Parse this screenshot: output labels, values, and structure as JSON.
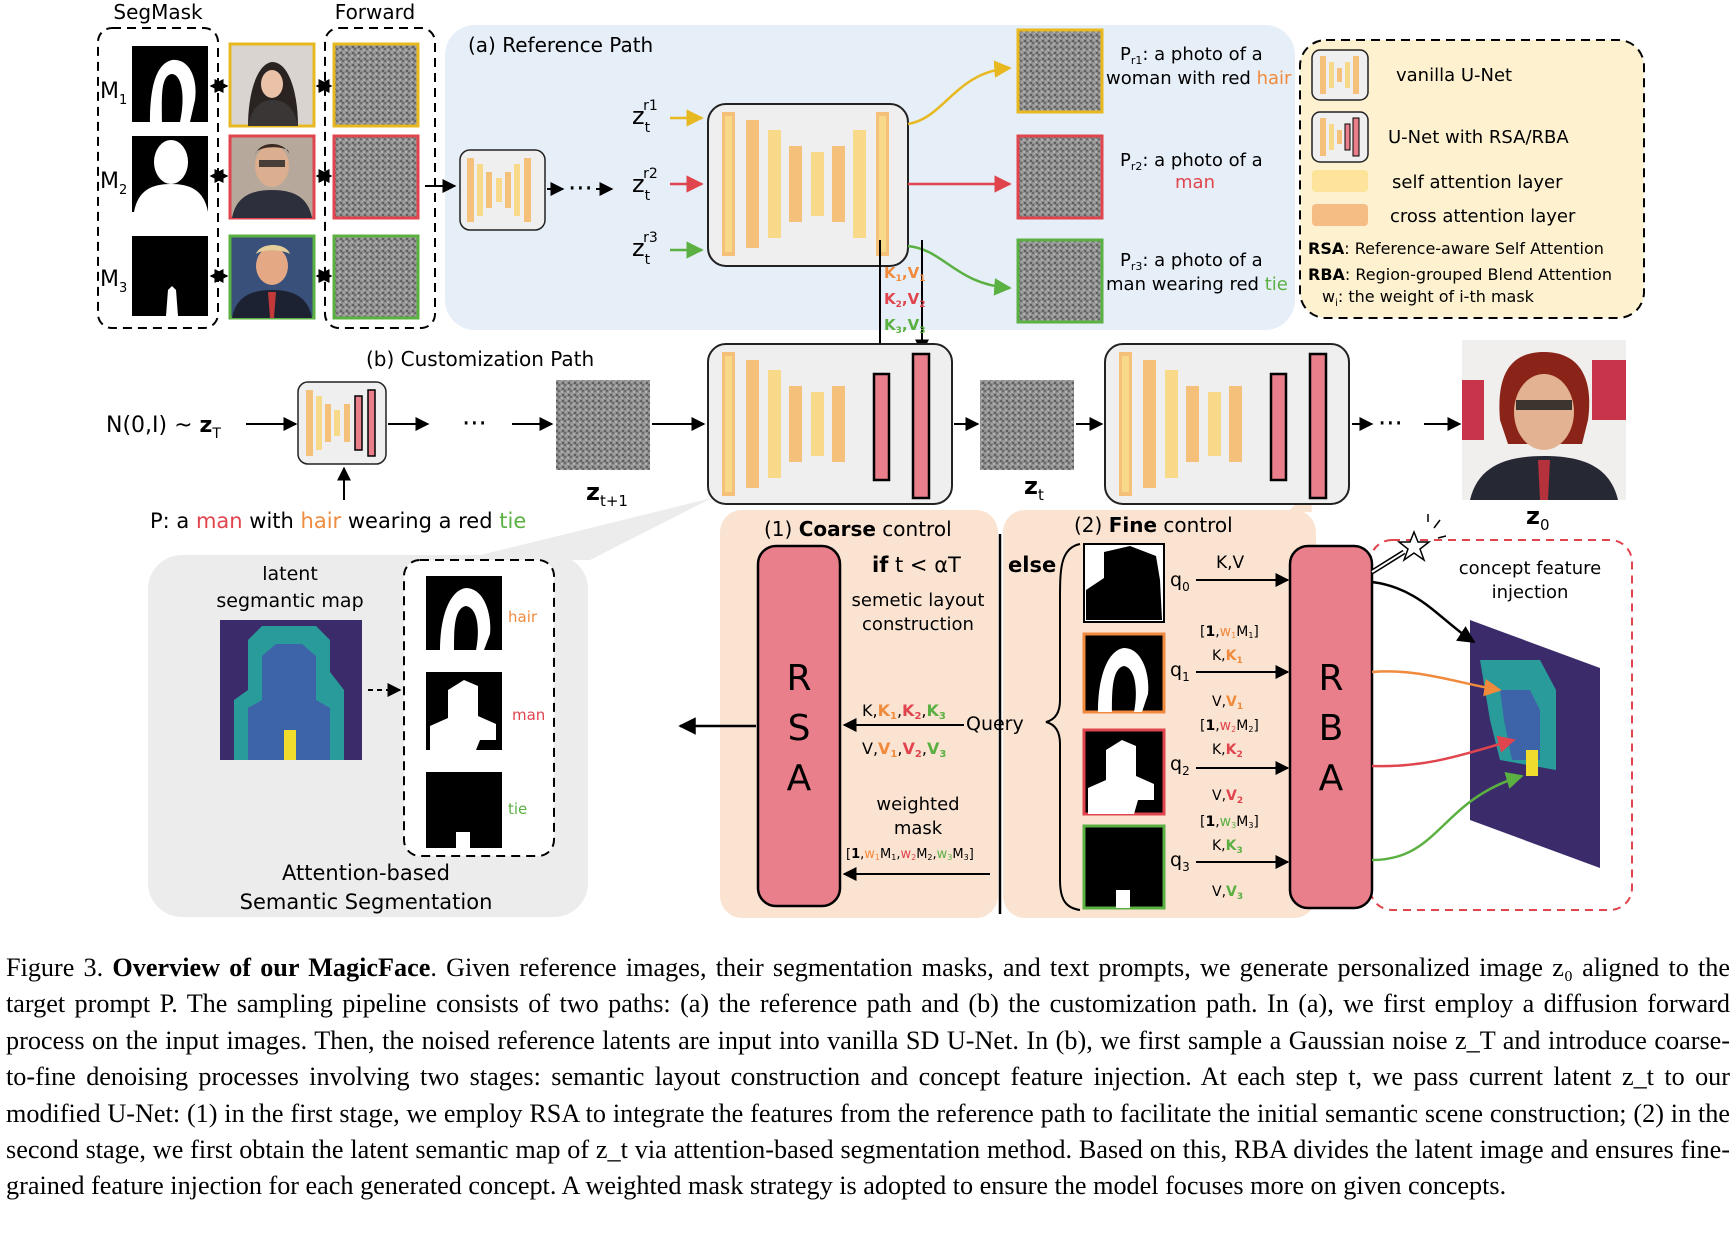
{
  "figure": {
    "segmask_title": "SegMask",
    "forward_title": "Forward",
    "masks": [
      "M",
      "M",
      "M"
    ],
    "mask_subs": [
      "1",
      "2",
      "3"
    ],
    "ref_path_label": "(a) Reference Path",
    "z_inputs": [
      {
        "base": "z",
        "sub": "t",
        "sup": "r1"
      },
      {
        "base": "z",
        "sub": "t",
        "sup": "r2"
      },
      {
        "base": "z",
        "sub": "t",
        "sup": "r3"
      }
    ],
    "prompts": [
      {
        "p": "P",
        "sub": "r1",
        "pre": ": a photo of a",
        "line2": "woman with red ",
        "hl": "hair",
        "hl_color": "#f08a3c"
      },
      {
        "p": "P",
        "sub": "r2",
        "pre": ": a photo of a",
        "line2": "",
        "hl": "man",
        "hl_color": "#e0454e"
      },
      {
        "p": "P",
        "sub": "r3",
        "pre": ": a photo of a",
        "line2": "man wearing red ",
        "hl": "tie",
        "hl_color": "#5bb042"
      }
    ],
    "kv_labels": [
      "K",
      "V",
      "1",
      "K",
      "V",
      "2",
      "K",
      "V",
      "3"
    ],
    "legend": {
      "vanilla": "vanilla U-Net",
      "rsa_rba": "U-Net with RSA/RBA",
      "self_attn": "self attention layer",
      "cross_attn": "cross attention layer",
      "rsa_abbr": "RSA",
      "rsa_desc": ": Reference-aware Self Attention",
      "rba_abbr": "RBA",
      "rba_desc": ": Region-grouped Blend Attention",
      "wi": "w",
      "wi_sub": "i",
      "wi_desc": ": the weight of i-th mask"
    },
    "custom_path_label": "(b) Customization Path",
    "noise": "N(0,I) ~ ",
    "zT": {
      "base": "z",
      "sub": "T"
    },
    "zt1": {
      "base": "z",
      "sub": "t+1"
    },
    "zt": {
      "base": "z",
      "sub": "t"
    },
    "z0": {
      "base": "z",
      "sub": "0"
    },
    "ellipsis": "···",
    "prompt_p": {
      "a": "P: a ",
      "man": "man",
      "b": " with ",
      "hair": "hair",
      "c": " wearing a red ",
      "tie": "tie"
    },
    "seg_panel": {
      "latent_1": "latent",
      "latent_2": "segmantic map",
      "labels": [
        "hair",
        "man",
        "tie"
      ],
      "title_1": "Attention-based",
      "title_2": "Semantic Segmentation"
    },
    "coarse": {
      "num": "(1) ",
      "bold": "Coarse",
      "rest": " control",
      "if_line": "if",
      "cond": " t < αT",
      "desc_1": "semetic layout",
      "desc_2": "construction",
      "rsa": [
        "R",
        "S",
        "A"
      ],
      "query": "Query",
      "weighted_1": "weighted",
      "weighted_2": "mask"
    },
    "fine": {
      "num": "(2) ",
      "bold": "Fine",
      "rest": " control",
      "else": "else",
      "rba": [
        "R",
        "B",
        "A"
      ],
      "qs": [
        "q",
        "q",
        "q",
        "q"
      ],
      "q_subs": [
        "0",
        "1",
        "2",
        "3"
      ],
      "kv0": "K,V",
      "concept_1": "concept feature",
      "concept_2": "injection"
    },
    "colors": {
      "orange": "#f08a3c",
      "red": "#e0454e",
      "green": "#5bb042",
      "yellow": "#e8b820",
      "panel_blue": "#e6eef8",
      "panel_peach": "#fbe3d2",
      "panel_grey": "#ececec",
      "rsa_pink": "#ea7f8c"
    }
  },
  "caption": {
    "fig_no": "Figure 3.",
    "bold": "Overview of our MagicFace",
    "text": ". Given reference images, their segmentation masks, and text prompts, we generate personalized image z₀ aligned to the target prompt P. The sampling pipeline consists of two paths: (a) the reference path and (b) the customization path. In (a), we first employ a diffusion forward process on the input images. Then, the noised reference latents are input into vanilla SD U-Net. In (b), we first sample a Gaussian noise z_T and introduce coarse-to-fine denoising processes involving two stages: semantic layout construction and concept feature injection. At each step t, we pass current latent z_t to our modified U-Net: (1) in the first stage, we employ RSA to integrate the features from the reference path to facilitate the initial semantic scene construction; (2) in the second stage, we first obtain the latent semantic map of z_t via attention-based segmentation method. Based on this, RBA divides the latent image and ensures fine-grained feature injection for each generated concept. A weighted mask strategy is adopted to ensure the model focuses more on given concepts."
  }
}
